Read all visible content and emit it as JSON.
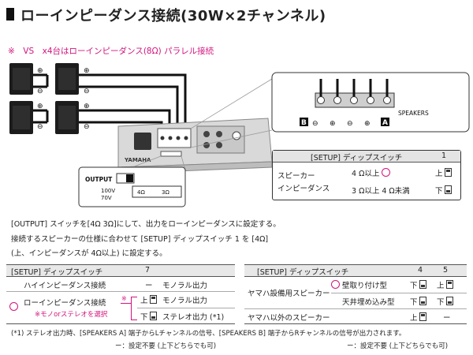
{
  "title": "ローインピーダンス接続(30W×2チャンネル)",
  "subtitle": "※　VS　x4台はローインピーダンス(8Ω) パラレル接続",
  "diagram": {
    "speakers_label": "SPEAKERS",
    "terminal_b": "B",
    "terminal_a": "A",
    "minus": "⊖",
    "plus": "⊕",
    "brand": "YAMAHA",
    "output_label": "OUTPUT",
    "v100": "100V",
    "v70": "70V",
    "ohm4": "4Ω",
    "ohm3": "3Ω"
  },
  "setup_box": {
    "header_label": "[SETUP] ディップスイッチ",
    "header_num": "1",
    "row_label1": "スピーカー",
    "row_label2": "インピーダンス",
    "opt1": "4 Ω以上",
    "opt2": "3 Ω以上 4 Ω未満",
    "up": "上",
    "down": "下"
  },
  "paragraphs": [
    "[OUTPUT] スイッチを[4Ω 3Ω]にして、出力をローインピーダンスに設定する。",
    "接続するスピーカーの仕様に合わせて [SETUP] ディップスイッチ 1 を [4Ω]",
    "(上、インピーダンスが 4Ω以上) に設定する。"
  ],
  "table_left": {
    "header_label": "[SETUP] ディップスイッチ",
    "header_num": "7",
    "row1_label": "ハイインピーダンス接続",
    "row1_sw": "ー",
    "row1_val": "モノラル出力",
    "row2_label": "ローインピーダンス接続",
    "row2_note": "※モノorステレオを選択",
    "row2_mark": "※",
    "row2_sw": "上",
    "row2_val": "モノラル出力",
    "row3_sw": "下",
    "row3_val": "ステレオ出力 (*1)"
  },
  "table_right": {
    "header_label": "[SETUP] ディップスイッチ",
    "col4": "4",
    "col5": "5",
    "row1_group": "ヤマハ設備用スピーカー",
    "row1_sub": "壁取り付け型",
    "row2_sub": "天井埋め込み型",
    "row3_label": "ヤマハ以外のスピーカー",
    "dash": "ー",
    "up": "上",
    "down": "下"
  },
  "footnote": "(*1) ステレオ出力時、[SPEAKERS A] 端子からLチャンネルの信号、[SPEAKERS B] 端子からRチャンネルの信号が出力されます。",
  "note_left": "ー：設定不要 (上下どちらでも可)",
  "note_right": "ー：設定不要 (上下どちらでも可)"
}
